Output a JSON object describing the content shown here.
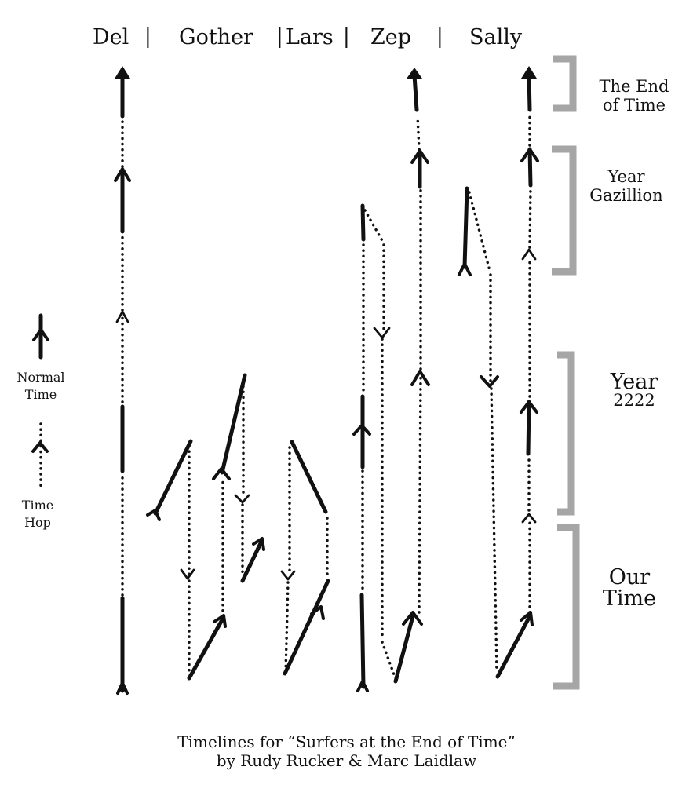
{
  "columns": [
    "Del",
    "Gother",
    "Lars",
    "Zep",
    "Sally"
  ],
  "eras": {
    "end_of_time": [
      "The End",
      "of Time"
    ],
    "gazillion": [
      "Year",
      "Gazillion"
    ],
    "y2222": [
      "Year",
      "2222"
    ],
    "our_time": [
      "Our",
      "Time"
    ]
  },
  "legend": {
    "normal": [
      "Normal",
      "Time"
    ],
    "hop": [
      "Time",
      "Hop"
    ]
  },
  "caption": {
    "line1": "Timelines for “Surfers at the End of Time”",
    "line2": "by Rudy Rucker & Marc Laidlaw"
  },
  "colors": {
    "ink": "#111111",
    "bracket": "#a6a6a6"
  }
}
